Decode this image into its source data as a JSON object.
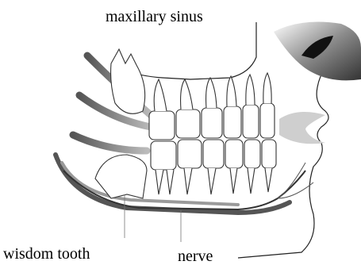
{
  "labels": {
    "maxillary_sinus": "maxillary sinus",
    "wisdom_tooth": "wisdom tooth",
    "nerve": "nerve"
  },
  "colors": {
    "outline": "#333333",
    "shade": "#8a8a8a",
    "lip": "#cfcfcf"
  }
}
